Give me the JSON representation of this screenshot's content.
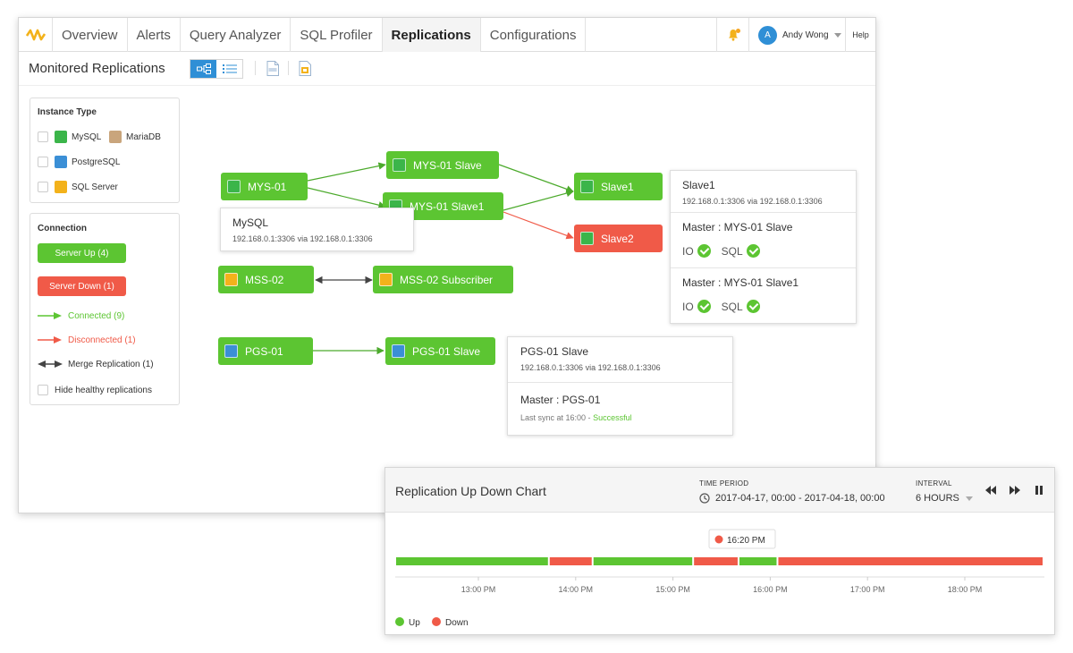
{
  "nav": {
    "tabs": [
      "Overview",
      "Alerts",
      "Query Analyzer",
      "SQL Profiler",
      "Replications",
      "Configurations"
    ],
    "active_tab": "Replications",
    "user": {
      "initial": "A",
      "name": "Andy Wong"
    },
    "help_label": "Help"
  },
  "page": {
    "title": "Monitored Replications"
  },
  "filters": {
    "instance_type": {
      "heading": "Instance Type",
      "items": [
        {
          "label": "MySQL",
          "icon": "mysql-icon"
        },
        {
          "label": "MariaDB",
          "icon": "mariadb-icon"
        },
        {
          "label": "PostgreSQL",
          "icon": "postgresql-icon"
        },
        {
          "label": "SQL Server",
          "icon": "sqlserver-icon"
        }
      ]
    },
    "connection": {
      "heading": "Connection",
      "server_up": "Server Up (4)",
      "server_down": "Server Down (1)",
      "connected": "Connected (9)",
      "disconnected": "Disconnected (1)",
      "merge": "Merge Replication (1)",
      "hide_healthy": "Hide healthy replications"
    }
  },
  "graph": {
    "nodes": {
      "mys01": "MYS-01",
      "mys01_slave": "MYS-01 Slave",
      "mys01_slave1": "MYS-01 Slave1",
      "slave1": "Slave1",
      "slave2": "Slave2",
      "mss02": "MSS-02",
      "mss02_sub": "MSS-02 Subscriber",
      "pgs01": "PGS-01",
      "pgs01_slave": "PGS-01 Slave"
    },
    "cards": {
      "mysql": {
        "title": "MySQL",
        "address": "192.168.0.1:3306 via 192.168.0.1:3306"
      },
      "slave1": {
        "title": "Slave1",
        "address": "192.168.0.1:3306 via 192.168.0.1:3306",
        "master1": "Master : MYS-01 Slave",
        "master2": "Master : MYS-01 Slave1",
        "io_label": "IO",
        "sql_label": "SQL"
      },
      "pgs": {
        "title": "PGS-01 Slave",
        "address": "192.168.0.1:3306 via 192.168.0.1:3306",
        "master": "Master : PGS-01",
        "last_sync": "Last sync at 16:00 -",
        "status": "Successful"
      }
    }
  },
  "chart": {
    "title": "Replication Up Down Chart",
    "time_period_label": "TIME PERIOD",
    "time_period": "2017-04-17, 00:00 - 2017-04-18, 00:00",
    "interval_label": "INTERVAL",
    "interval": "6 HOURS",
    "marker": "16:20 PM",
    "ticks": [
      "13:00 PM",
      "14:00 PM",
      "15:00 PM",
      "16:00 PM",
      "17:00 PM",
      "18:00 PM"
    ],
    "legend_up": "Up",
    "legend_down": "Down",
    "colors": {
      "up": "#5cc532",
      "down": "#f05a48"
    }
  },
  "chart_data": {
    "type": "bar",
    "title": "Replication Up Down Chart",
    "x_ticks": [
      "13:00 PM",
      "14:00 PM",
      "15:00 PM",
      "16:00 PM",
      "17:00 PM",
      "18:00 PM"
    ],
    "segments": [
      {
        "status": "Up",
        "start": "12:00",
        "end": "13:44"
      },
      {
        "status": "Down",
        "start": "13:44",
        "end": "14:11"
      },
      {
        "status": "Up",
        "start": "14:11",
        "end": "15:13"
      },
      {
        "status": "Down",
        "start": "15:13",
        "end": "15:41"
      },
      {
        "status": "Up",
        "start": "15:41",
        "end": "16:05"
      },
      {
        "status": "Down",
        "start": "16:05",
        "end": "18:50"
      }
    ],
    "marker": "16:20 PM",
    "legend": [
      "Up",
      "Down"
    ]
  }
}
